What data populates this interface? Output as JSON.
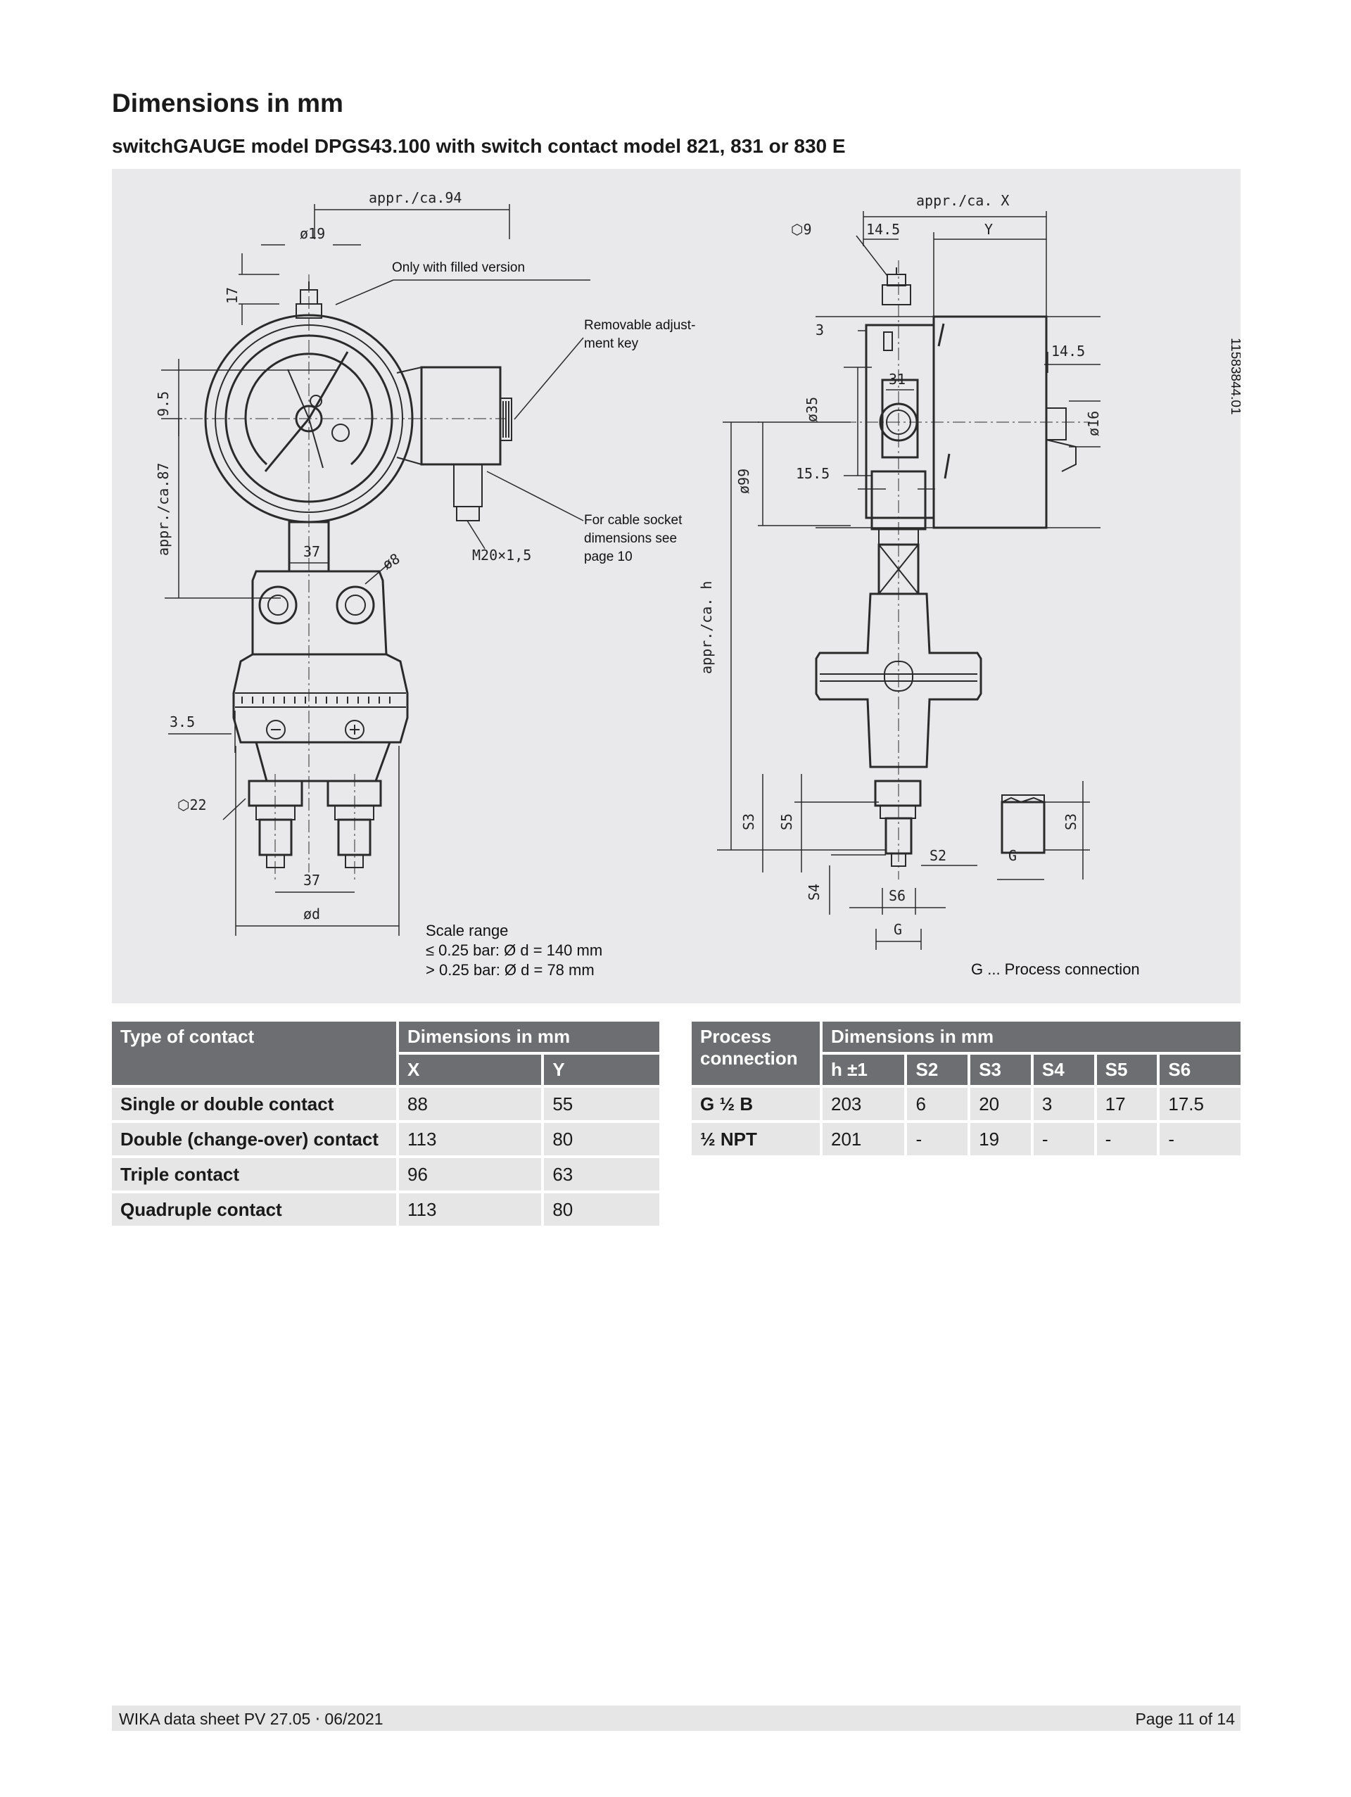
{
  "heading": "Dimensions in mm",
  "subheading": "switchGAUGE model DPGS43.100 with switch contact model 821, 831 or 830 E",
  "drawing": {
    "doc_number": "11583844.01",
    "notes": {
      "filled_version": "Only with filled version",
      "adjust_key_line1": "Removable adjust-",
      "adjust_key_line2": "ment key",
      "cable_socket_line1": "For cable socket",
      "cable_socket_line2": "dimensions see",
      "cable_socket_line3": "page 10",
      "scale_range_title": "Scale range",
      "scale_range_1": "≤ 0.25 bar: Ø d = 140 mm",
      "scale_range_2": "> 0.25 bar: Ø d = 78 mm",
      "process_connection": "G ... Process connection"
    },
    "dims_left": {
      "appr94": "appr./ca.94",
      "d19": "ø19",
      "d17": "17",
      "d95": "9.5",
      "appr87": "appr./ca.87",
      "d37_top": "37",
      "d8": "ø8",
      "m20": "M20×1,5",
      "d35": "3.5",
      "hex22": "⬡22",
      "d37_bottom": "37",
      "od": "ød"
    },
    "dims_right": {
      "apprX": "appr./ca. X",
      "hex9": "⬡9",
      "d145_top": "14.5",
      "Y": "Y",
      "d3": "3",
      "d145_side": "14.5",
      "d31": "31",
      "od35": "ø35",
      "od16": "ø16",
      "od99": "ø99",
      "d155": "15.5",
      "appr_h": "appr./ca. h",
      "S3_left": "S3",
      "S5": "S5",
      "S2": "S2",
      "G_right": "G",
      "S3_right": "S3",
      "S4": "S4",
      "S6": "S6",
      "G_bottom": "G"
    }
  },
  "table_contact": {
    "col_type": "Type of contact",
    "col_dims": "Dimensions in mm",
    "col_x": "X",
    "col_y": "Y",
    "rows": [
      {
        "type": "Single or double contact",
        "x": "88",
        "y": "55"
      },
      {
        "type": "Double (change-over) contact",
        "x": "113",
        "y": "80"
      },
      {
        "type": "Triple contact",
        "x": "96",
        "y": "63"
      },
      {
        "type": "Quadruple contact",
        "x": "113",
        "y": "80"
      }
    ]
  },
  "table_process": {
    "col_process_line1": "Process",
    "col_process_line2": "connection",
    "col_dims": "Dimensions in mm",
    "cols": [
      "h ±1",
      "S2",
      "S3",
      "S4",
      "S5",
      "S6"
    ],
    "rows": [
      {
        "conn": "G ½ B",
        "vals": [
          "203",
          "6",
          "20",
          "3",
          "17",
          "17.5"
        ]
      },
      {
        "conn": "½ NPT",
        "vals": [
          "201",
          "-",
          "19",
          "-",
          "-",
          "-"
        ]
      }
    ]
  },
  "footer": {
    "left": "WIKA data sheet PV 27.05 ⋅ 06/2021",
    "right": "Page 11 of 14"
  }
}
